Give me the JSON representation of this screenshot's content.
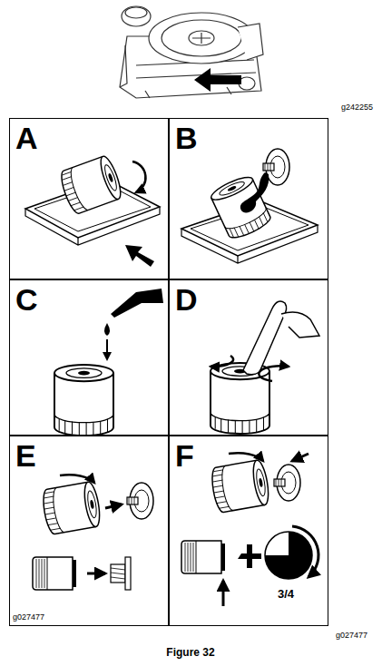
{
  "diagram": {
    "caption": "Figure 32",
    "nodes": [
      {
        "text": [
          "A"
        ]
      },
      {
        "text": [
          "B"
        ]
      },
      {
        "text": [
          "C"
        ]
      },
      {
        "text": [
          "D"
        ]
      },
      {
        "text": [
          "E"
        ]
      },
      {
        "text": [
          "F"
        ]
      }
    ],
    "labels": [
      "g242255",
      "g027477",
      "3/4",
      "g027477"
    ]
  }
}
